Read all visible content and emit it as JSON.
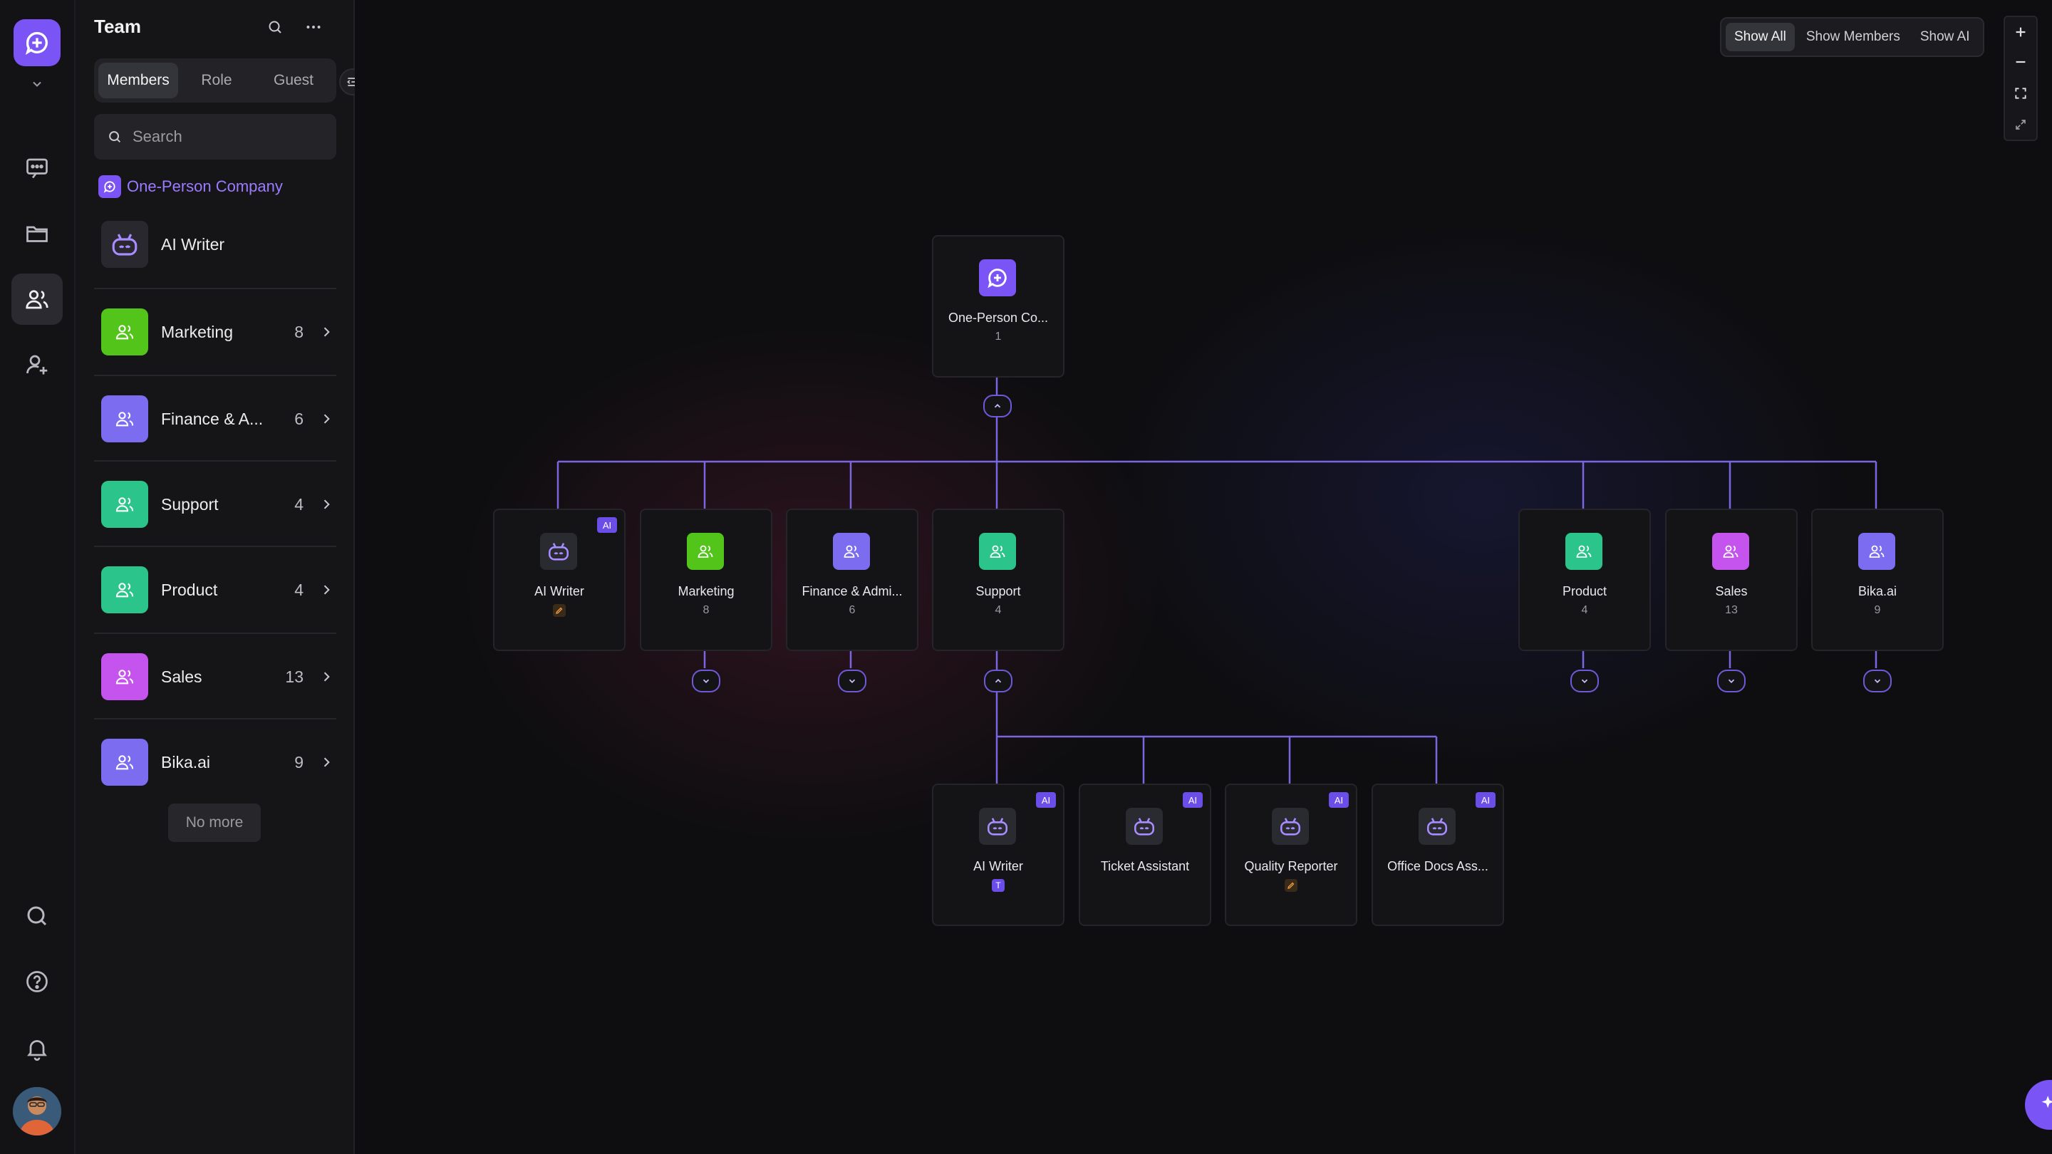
{
  "panel": {
    "title": "Team",
    "tabs": [
      {
        "label": "Members",
        "active": true
      },
      {
        "label": "Role",
        "active": false
      },
      {
        "label": "Guest",
        "active": false
      }
    ],
    "search_placeholder": "Search",
    "company_name": "One-Person Company",
    "ai_member": "AI Writer",
    "teams": [
      {
        "name": "Marketing",
        "count": "8",
        "color": "#52c41a"
      },
      {
        "name": "Finance & A...",
        "count": "6",
        "color": "#7b6cf0"
      },
      {
        "name": "Support",
        "count": "4",
        "color": "#2bc48a"
      },
      {
        "name": "Product",
        "count": "4",
        "color": "#2bc48a"
      },
      {
        "name": "Sales",
        "count": "13",
        "color": "#c553ee"
      },
      {
        "name": "Bika.ai",
        "count": "9",
        "color": "#7b6cf0"
      }
    ],
    "no_more": "No more"
  },
  "filters": [
    {
      "label": "Show All",
      "active": true
    },
    {
      "label": "Show Members",
      "active": false
    },
    {
      "label": "Show AI",
      "active": false
    }
  ],
  "org_chart": {
    "root": {
      "name": "One-Person Co...",
      "count": "1"
    },
    "level1": [
      {
        "name": "AI Writer",
        "count": "",
        "ai": true,
        "tag": "pencil"
      },
      {
        "name": "Marketing",
        "count": "8",
        "ai": false,
        "color": "#52c41a"
      },
      {
        "name": "Finance & Admi...",
        "count": "6",
        "ai": false,
        "color": "#7b6cf0"
      },
      {
        "name": "Support",
        "count": "4",
        "ai": false,
        "color": "#2bc48a"
      },
      {
        "name": "Product",
        "count": "4",
        "ai": false,
        "color": "#2bc48a"
      },
      {
        "name": "Sales",
        "count": "13",
        "ai": false,
        "color": "#c553ee"
      },
      {
        "name": "Bika.ai",
        "count": "9",
        "ai": false,
        "color": "#7b6cf0"
      }
    ],
    "support_children": [
      {
        "name": "AI Writer",
        "ai": true,
        "tag": "T"
      },
      {
        "name": "Ticket Assistant",
        "ai": true,
        "tag": ""
      },
      {
        "name": "Quality Reporter",
        "ai": true,
        "tag": "pencil"
      },
      {
        "name": "Office Docs Ass...",
        "ai": true,
        "tag": ""
      }
    ],
    "ai_badge": "AI"
  },
  "colors": {
    "accent": "#7b54f5",
    "connector": "#7a66e0"
  }
}
